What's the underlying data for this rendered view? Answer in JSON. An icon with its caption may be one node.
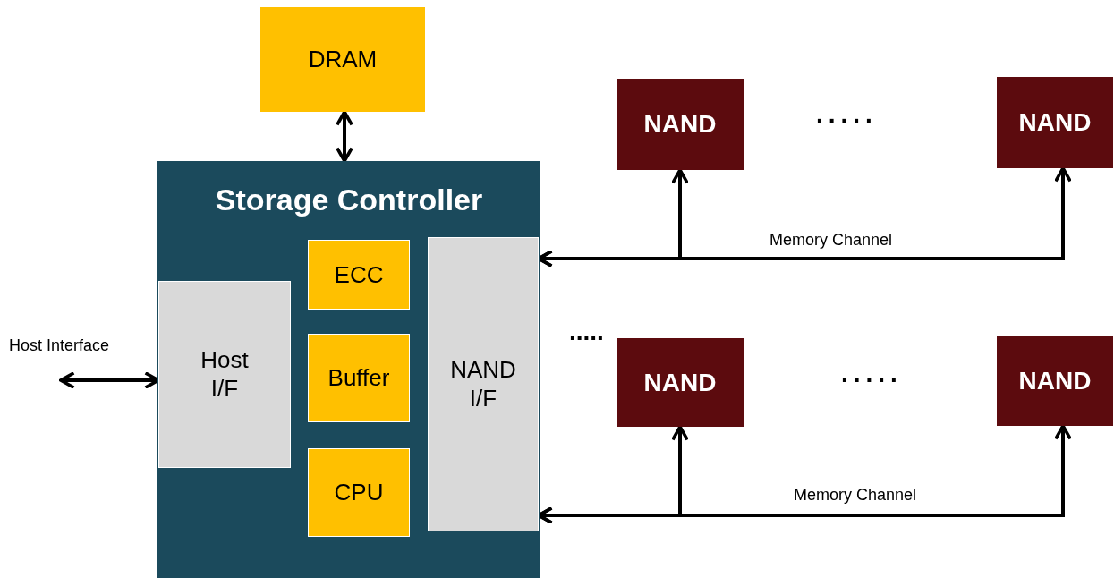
{
  "diagram": {
    "nodes": [
      {
        "text": [
          "DRAM"
        ]
      },
      {
        "text": [
          "Storage Controller"
        ]
      },
      {
        "text": [
          "Host I/F"
        ],
        "in": 1
      },
      {
        "text": [
          "ECC"
        ],
        "in": 1
      },
      {
        "text": [
          "Buffer"
        ],
        "in": 1
      },
      {
        "text": [
          "CPU"
        ],
        "in": 1
      },
      {
        "text": [
          "NAND I/F"
        ],
        "in": 1
      },
      {
        "text": [
          "NAND"
        ]
      },
      {
        "text": [
          "NAND"
        ]
      },
      {
        "text": [
          "NAND"
        ]
      },
      {
        "text": [
          "NAND"
        ]
      }
    ],
    "edges": [
      {
        "from": 0,
        "to": 1,
        "arrow": "both"
      },
      {
        "from": null,
        "to": 2,
        "arrow": "both"
      },
      {
        "from": 6,
        "to": 7,
        "arrow": "both"
      },
      {
        "from": 6,
        "to": 8,
        "arrow": "both",
        "label": "Memory Channel"
      },
      {
        "from": 6,
        "to": 9,
        "arrow": "both"
      },
      {
        "from": 6,
        "to": 10,
        "arrow": "both",
        "label": "Memory Channel"
      }
    ],
    "labels": [
      ".....",
      ".....",
      "Host Interface",
      "....."
    ]
  }
}
